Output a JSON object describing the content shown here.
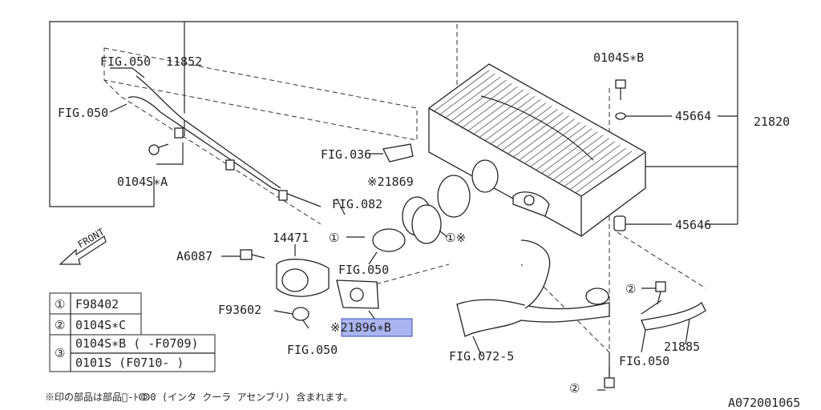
{
  "labels": {
    "fig050_a": "FIG.050",
    "p11852": "11852",
    "fig050_b": "FIG.050",
    "p0104SA": "0104S∗A",
    "fig036": "FIG.036",
    "p21869": "※21869",
    "fig082": "FIG.082",
    "p0104SB": "0104S∗B",
    "p45664": "45664",
    "p21820": "21820",
    "p45646": "45646",
    "p14471": "14471",
    "a6087": "A6087",
    "fig050_c": "FIG.050",
    "one_mark_left": "①",
    "one_mark_right": "①※",
    "f93602": "F93602",
    "p21896": "※21896∗B",
    "fig050_d": "FIG.050",
    "fig072": "FIG.072-5",
    "two_mark_a": "②",
    "p21885": "21885",
    "fig050_e": "FIG.050",
    "two_mark_b": "②",
    "front": "FRONT"
  },
  "legend": [
    {
      "mark": "①",
      "lines": [
        "F98402"
      ]
    },
    {
      "mark": "②",
      "lines": [
        "0104S∗C"
      ]
    },
    {
      "mark": "③",
      "lines": [
        "0104S∗B ( -F0709)",
        "0101S (F0710- )"
      ]
    }
  ],
  "footnote": "※印の部品は部品﷐-ﾄↂ0 (インタ クーラ アセンブリ) 含まれます。",
  "code": "A072001065",
  "highlight_color": "#aab4f0"
}
